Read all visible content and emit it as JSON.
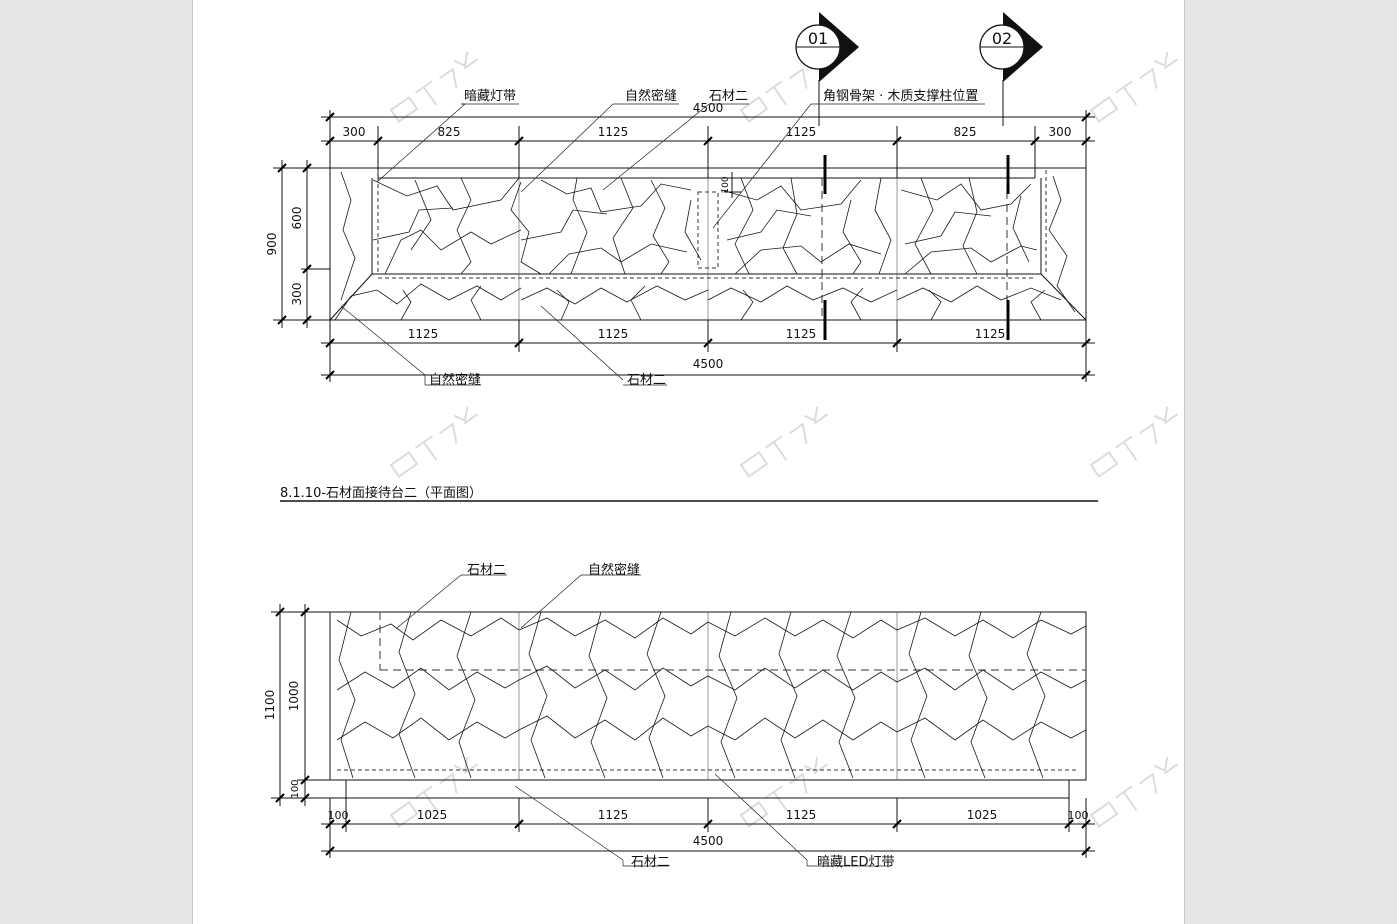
{
  "section_title": "8.1.10-石材面接待台二（平面图）",
  "elevation": {
    "markers": [
      "01",
      "02"
    ],
    "callouts": {
      "hidden_light": "暗藏灯带",
      "natural_joint_top": "自然密缝",
      "stone_top": "石材二",
      "steel_frame": "角钢骨架 · 木质支撑柱位置",
      "natural_joint_bottom": "自然密缝",
      "stone_bottom": "石材二"
    },
    "dims": {
      "top_total": "4500",
      "top_segments": [
        "300",
        "825",
        "1125",
        "1125",
        "825",
        "300"
      ],
      "left_total": "900",
      "left_upper": "600",
      "left_lower": "300",
      "gap_small": "100",
      "bottom_segments": [
        "1125",
        "1125",
        "1125",
        "1125"
      ],
      "bottom_total": "4500"
    }
  },
  "plan": {
    "callouts": {
      "stone_top": "石材二",
      "natural_joint": "自然密缝",
      "stone_bottom": "石材二",
      "led_light": "暗藏LED灯带"
    },
    "dims": {
      "left_total": "1100",
      "left_upper": "1000",
      "left_lower": "100",
      "bottom_segments": [
        "100",
        "1025",
        "1125",
        "1125",
        "1025",
        "100"
      ],
      "bottom_total": "4500"
    }
  }
}
